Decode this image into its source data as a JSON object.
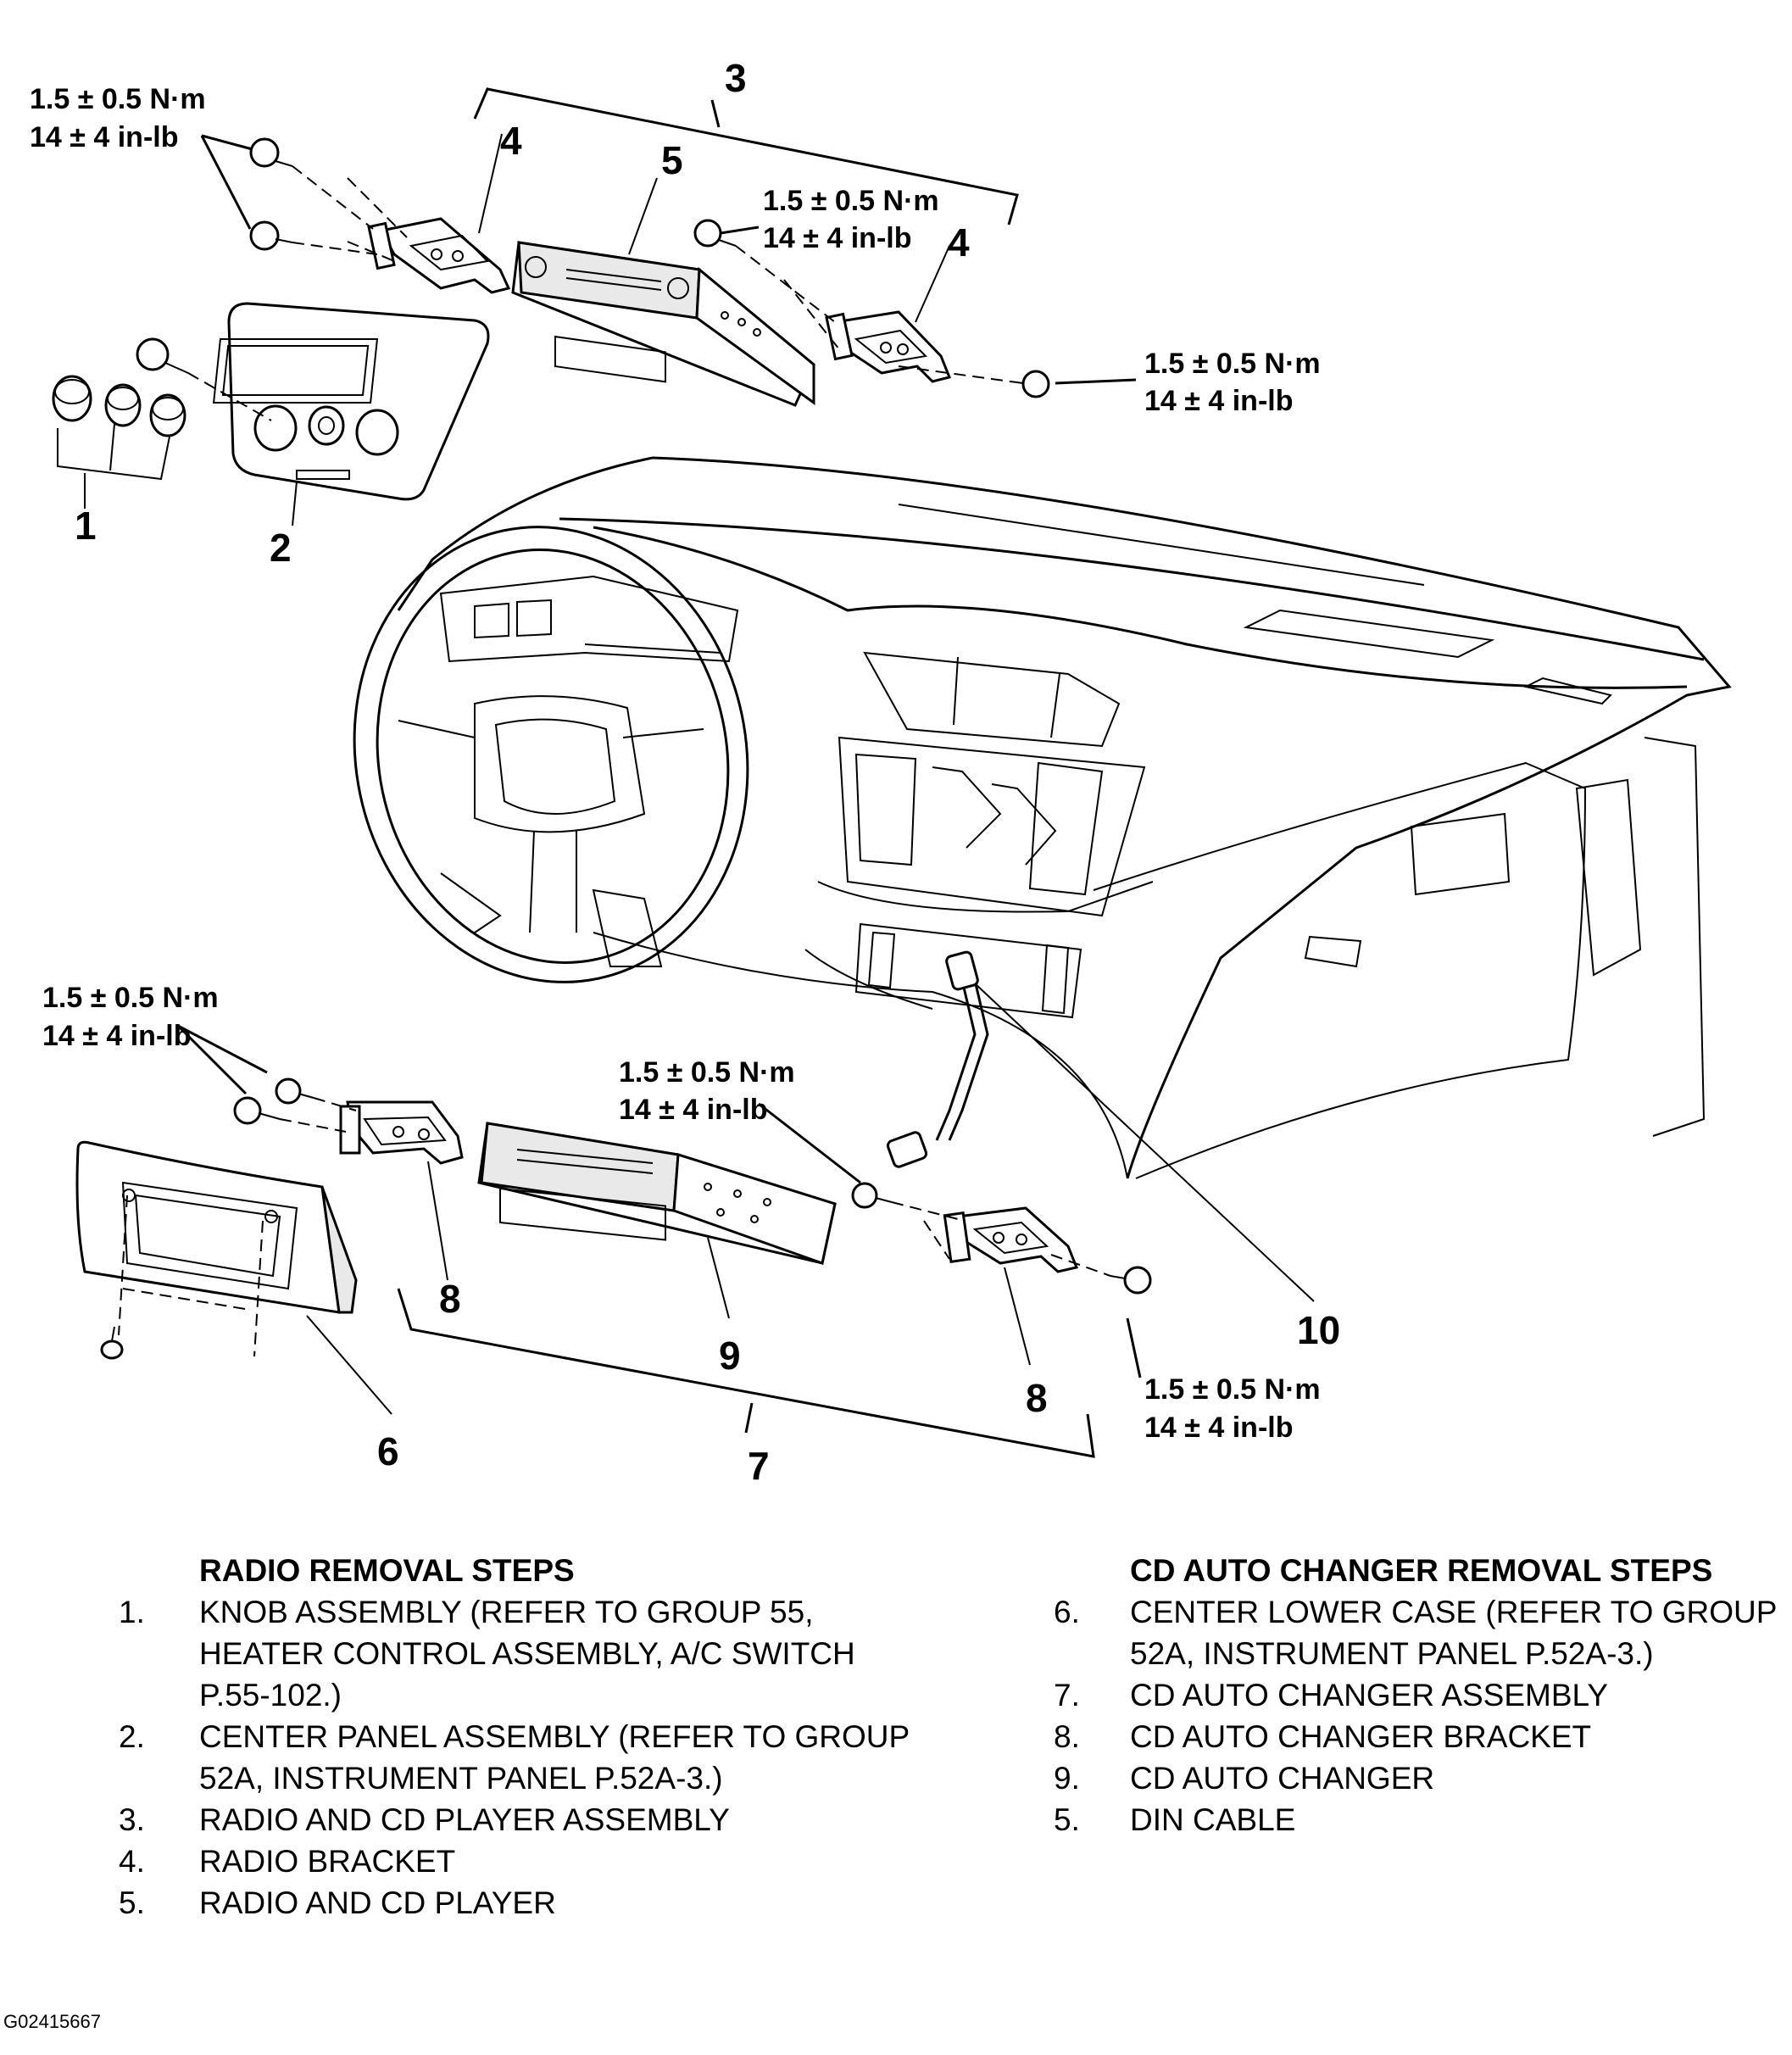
{
  "figure_code": "G02415667",
  "torque": {
    "nm": "1.5 ± 0.5 N·m",
    "inlb": "14 ± 4 in-lb"
  },
  "callouts": [
    "1",
    "2",
    "3",
    "4",
    "5",
    "6",
    "7",
    "8",
    "9",
    "10"
  ],
  "radio_steps": {
    "title": "RADIO REMOVAL STEPS",
    "items": [
      {
        "num": "1.",
        "text": "KNOB ASSEMBLY (REFER TO GROUP 55, HEATER CONTROL ASSEMBLY, A/C SWITCH P.55-102.)"
      },
      {
        "num": "2.",
        "text": "CENTER PANEL ASSEMBLY (REFER TO GROUP 52A, INSTRUMENT PANEL P.52A-3.)"
      },
      {
        "num": "3.",
        "text": "RADIO AND CD PLAYER ASSEMBLY"
      },
      {
        "num": "4.",
        "text": "RADIO BRACKET"
      },
      {
        "num": "5.",
        "text": "RADIO AND CD PLAYER"
      }
    ]
  },
  "cd_steps": {
    "title": "CD AUTO CHANGER REMOVAL STEPS",
    "items": [
      {
        "num": "6.",
        "text": "CENTER LOWER CASE (REFER TO GROUP 52A, INSTRUMENT PANEL P.52A-3.)"
      },
      {
        "num": "7.",
        "text": "CD AUTO CHANGER ASSEMBLY"
      },
      {
        "num": "8.",
        "text": "CD AUTO CHANGER BRACKET"
      },
      {
        "num": "9.",
        "text": "CD AUTO CHANGER"
      },
      {
        "num": "5.",
        "text": "DIN CABLE"
      }
    ]
  }
}
